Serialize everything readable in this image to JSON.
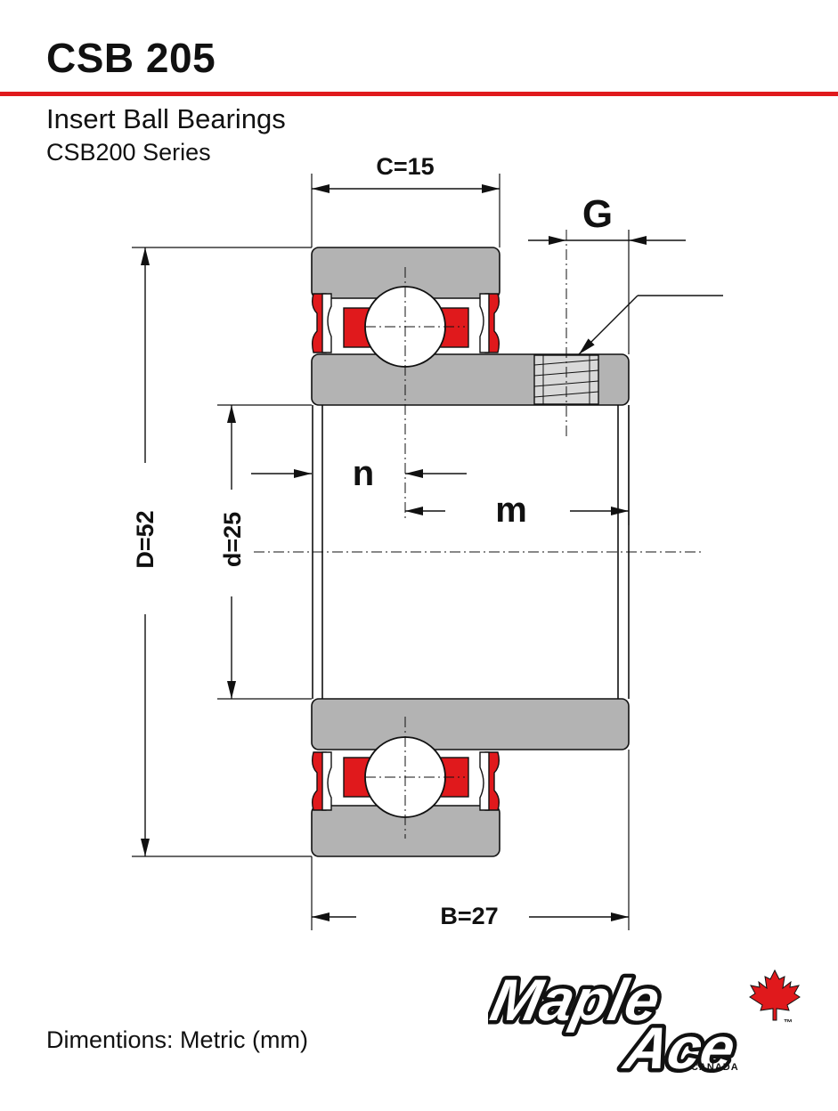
{
  "header": {
    "title": "CSB 205",
    "subtitle": "Insert Ball Bearings",
    "series": "CSB200 Series"
  },
  "dimensions": {
    "C": "C=15",
    "G": "G",
    "n": "n",
    "m": "m",
    "D": "D=52",
    "d": "d=25",
    "B": "B=27"
  },
  "footer": {
    "units_note": "Dimentions: Metric (mm)"
  },
  "logo": {
    "line1": "Maple",
    "line2": "Ace",
    "line3": "CANADA",
    "trademark": "™"
  },
  "colors": {
    "accent_red": "#e0191c",
    "ring_gray": "#b3b3b3",
    "seal_red": "#e0191c"
  }
}
